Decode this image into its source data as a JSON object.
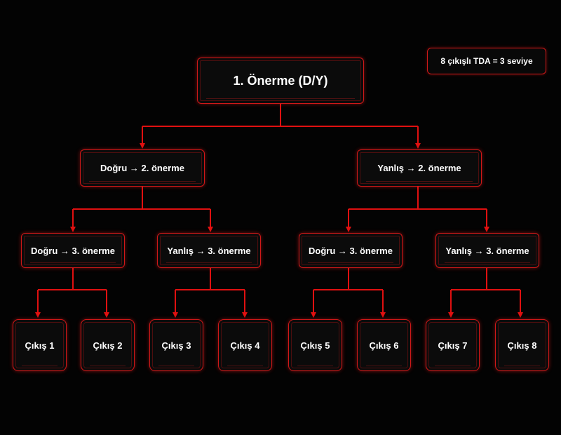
{
  "diagram": {
    "root": "1. Önerme (D/Y)",
    "level2": [
      "Doğru → 2. önerme",
      "Yanlış → 2. önerme"
    ],
    "level3": [
      "Doğru → 3. önerme",
      "Yanlış → 3. önerme",
      "Doğru → 3. önerme",
      "Yanlış → 3. önerme"
    ],
    "leaves": [
      "Çıkış 1",
      "Çıkış 2",
      "Çıkış 3",
      "Çıkış 4",
      "Çıkış 5",
      "Çıkış 6",
      "Çıkış 7",
      "Çıkış 8"
    ],
    "note": "8 çıkışlı TDA = 3 seviye"
  },
  "colors": {
    "background": "#030303",
    "accent": "#e01010",
    "node_fill": "#0b0b0b",
    "text": "#ffffff"
  }
}
